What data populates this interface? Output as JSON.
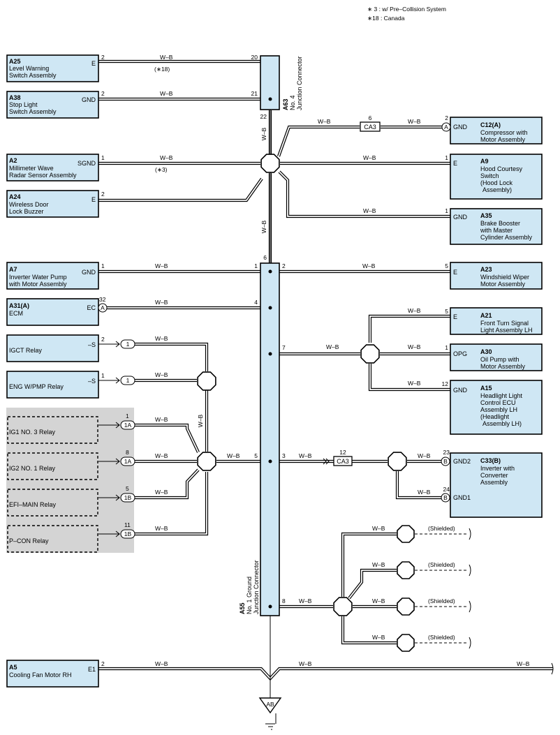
{
  "notes": [
    "∗ 3 : w/ Pre–Collision System",
    "∗18 : Canada"
  ],
  "wire_color": "W–B",
  "colors": {
    "component_fill": "#cfe7f4",
    "relay_area": "#d4d4d4",
    "wire": "#000000"
  },
  "junctions": {
    "a63": {
      "code": "A63",
      "name": "No. 4 Junction Connector",
      "line1": "No. 4",
      "line2": "Junction Connector"
    },
    "a55": {
      "code": "A55",
      "name": "No. 1 Ground Junction Connector",
      "line1": "No. 1 Ground",
      "line2": "Junction Connector"
    }
  },
  "components": {
    "a25": {
      "code": "A25",
      "line1": "Level Warning",
      "line2": "Switch Assembly",
      "terminal": "E",
      "pin": "2",
      "wire": "W–B",
      "junction_pin": "20",
      "note": "(∗18)"
    },
    "a38": {
      "code": "A38",
      "line1": "Stop Light",
      "line2": "Switch Assembly",
      "terminal": "GND",
      "pin": "2",
      "wire": "W–B",
      "junction_pin": "21"
    },
    "a2": {
      "code": "A2",
      "line1": "Millimeter Wave",
      "line2": "Radar Sensor Assembly",
      "terminal": "SGND",
      "pin": "1",
      "wire": "W–B",
      "note": "(∗3)"
    },
    "a24": {
      "code": "A24",
      "line1": "Wireless Door",
      "line2": "Lock Buzzer",
      "terminal": "E",
      "pin": "2"
    },
    "c12": {
      "code": "C12(A)",
      "line1": "Compressor with",
      "line2": "Motor Assembly",
      "terminal": "GND",
      "pin": "2",
      "pin_letter": "A",
      "connector": "CA3",
      "connector_pin": "6",
      "wire": "W–B",
      "wire2": "W–B"
    },
    "a9": {
      "code": "A9",
      "line1": "Hood Courtesy",
      "line2": "Switch",
      "line3": "(Hood Lock",
      "line4": "Assembly)",
      "terminal": "E",
      "pin": "1",
      "wire": "W–B"
    },
    "a35": {
      "code": "A35",
      "line1": "Brake Booster",
      "line2": "with Master",
      "line3": "Cylinder Assembly",
      "terminal": "GND",
      "pin": "1",
      "wire": "W–B"
    },
    "a7": {
      "code": "A7",
      "line1": "Inverter Water Pump",
      "line2": "with Motor Assembly",
      "terminal": "GND",
      "pin": "1",
      "wire": "W–B",
      "junction_pin": "1"
    },
    "a23": {
      "code": "A23",
      "line1": "Windshield Wiper",
      "line2": "Motor Assembly",
      "terminal": "E",
      "pin": "5",
      "wire": "W–B",
      "junction_pin": "2"
    },
    "a31": {
      "code": "A31(A)",
      "line1": "ECM",
      "terminal": "EC",
      "pin": "32",
      "pin_letter": "A",
      "wire": "W–B",
      "junction_pin": "4"
    },
    "a21": {
      "code": "A21",
      "line1": "Front Turn Signal",
      "line2": "Light Assembly LH",
      "terminal": "E",
      "pin": "5",
      "wire": "W–B"
    },
    "igct": {
      "name": "IGCT Relay",
      "terminal": "–S",
      "pin": "2",
      "conn": "1",
      "wire": "W–B"
    },
    "a30": {
      "code": "A30",
      "line1": "Oil Pump with",
      "line2": "Motor Assembly",
      "terminal": "OPG",
      "pin": "1",
      "wire": "W–B",
      "junction_pin": "7",
      "wire2": "W–B"
    },
    "eng": {
      "name": "ENG W/PMP Relay",
      "terminal": "–S",
      "pin": "1",
      "conn": "1",
      "wire": "W–B"
    },
    "a15": {
      "code": "A15",
      "line1": "Headlight Light",
      "line2": "Control ECU",
      "line3": "Assembly LH",
      "line4": "(Headlight",
      "line5": "Assembly LH)",
      "terminal": "GND",
      "pin": "12",
      "wire": "W–B"
    },
    "ig1": {
      "name": "IG1 NO. 3 Relay",
      "pin": "1",
      "conn": "1A",
      "wire": "W–B"
    },
    "ig2": {
      "name": "IG2 NO. 1 Relay",
      "pin": "8",
      "conn": "1A",
      "wire": "W–B",
      "trunk_wire": "W–B",
      "junction_pin": "5"
    },
    "efi": {
      "name": "EFI–MAIN Relay",
      "pin": "5",
      "conn": "1B",
      "wire": "W–B"
    },
    "pcon": {
      "name": "P–CON Relay",
      "pin": "11",
      "conn": "1B",
      "wire": "W–B"
    },
    "c33": {
      "code": "C33(B)",
      "line1": "Inverter with",
      "line2": "Converter",
      "line3": "Assembly",
      "terminal": "GND2",
      "terminal2": "GND1",
      "pin": "23",
      "pin2": "24",
      "pin_letter": "B",
      "connector": "CA3",
      "connector_pin": "12",
      "junction_pin": "3",
      "wire": "W–B",
      "wire2": "W–B",
      "wire3": "W–B"
    },
    "a5": {
      "code": "A5",
      "line1": "Cooling Fan Motor RH",
      "terminal": "E1",
      "pin": "2",
      "wire": "W–B",
      "wire2": "W–B",
      "wire3": "W–B"
    }
  },
  "a63_pins": {
    "p22": "22",
    "p6": "6"
  },
  "a63_wires": {
    "down": "W–B",
    "mid": "W–B",
    "relay_trunk": "W–B"
  },
  "shield": {
    "label": "(Shielded)",
    "wires": [
      "W–B",
      "W–B",
      "W–B",
      "W–B"
    ],
    "junction_pin": "8",
    "trunk_wire": "W–B"
  },
  "ground": {
    "label": "AB"
  }
}
